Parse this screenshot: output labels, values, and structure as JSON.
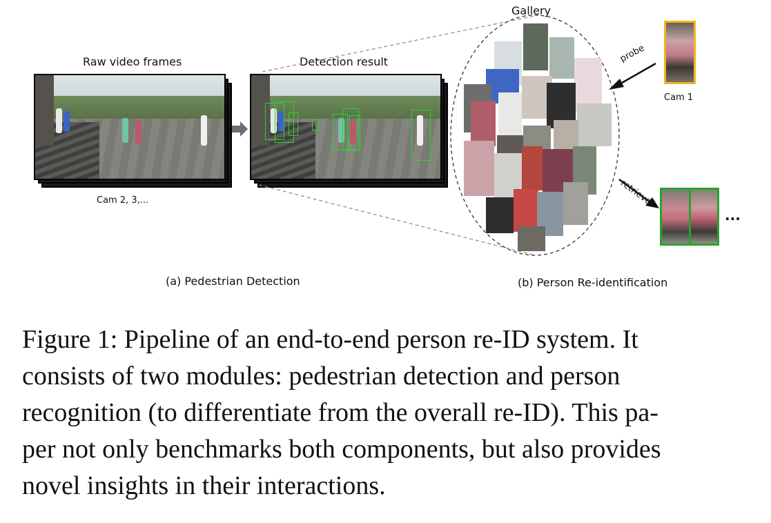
{
  "figure": {
    "panel_a": {
      "raw_title": "Raw video frames",
      "detection_title": "Detection result",
      "cams_label": "Cam 2, 3,...",
      "caption": "(a) Pedestrian Detection"
    },
    "panel_b": {
      "gallery_title": "Gallery",
      "probe_label": "probe",
      "cam1_label": "Cam 1",
      "retrieve_label": "retrieve",
      "ellipsis": "...",
      "caption": "(b) Person Re-identification"
    },
    "colors": {
      "probe_border": "#f2b51e",
      "retrieve_border": "#2aa32a",
      "detection_box": "#2bd52b"
    }
  },
  "caption": {
    "lines": [
      "Figure 1: Pipeline of an end-to-end person re-ID system. It",
      "consists of two modules: pedestrian detection and person",
      "recognition (to differentiate from the overall re-ID). This pa-",
      "per not only benchmarks both components, but also provides",
      "novel insights in their interactions."
    ]
  }
}
